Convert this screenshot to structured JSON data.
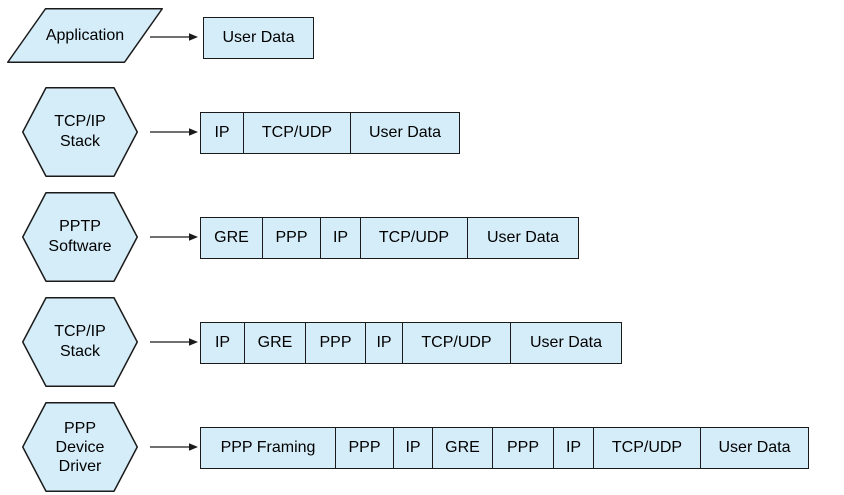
{
  "colors": {
    "shape_fill": "#D5EDF9",
    "shape_border": "#1A1A1A",
    "text": "#000000"
  },
  "rows": [
    {
      "shape": {
        "type": "parallelogram",
        "label": "Application"
      },
      "cells": [
        {
          "label": "User Data",
          "w": 109
        }
      ]
    },
    {
      "shape": {
        "type": "hexagon",
        "label": "TCP/IP\nStack"
      },
      "cells": [
        {
          "label": "IP",
          "w": 43
        },
        {
          "label": "TCP/UDP",
          "w": 107
        },
        {
          "label": "User Data",
          "w": 108
        }
      ]
    },
    {
      "shape": {
        "type": "hexagon",
        "label": "PPTP\nSoftware"
      },
      "cells": [
        {
          "label": "GRE",
          "w": 62
        },
        {
          "label": "PPP",
          "w": 58
        },
        {
          "label": "IP",
          "w": 40
        },
        {
          "label": "TCP/UDP",
          "w": 107
        },
        {
          "label": "User Data",
          "w": 110
        }
      ]
    },
    {
      "shape": {
        "type": "hexagon",
        "label": "TCP/IP\nStack"
      },
      "cells": [
        {
          "label": "IP",
          "w": 44
        },
        {
          "label": "GRE",
          "w": 61
        },
        {
          "label": "PPP",
          "w": 60
        },
        {
          "label": "IP",
          "w": 37
        },
        {
          "label": "TCP/UDP",
          "w": 108
        },
        {
          "label": "User Data",
          "w": 110
        }
      ]
    },
    {
      "shape": {
        "type": "hexagon",
        "label": "PPP\nDevice\nDriver"
      },
      "cells": [
        {
          "label": "PPP Framing",
          "w": 135
        },
        {
          "label": "PPP",
          "w": 58
        },
        {
          "label": "IP",
          "w": 39
        },
        {
          "label": "GRE",
          "w": 60
        },
        {
          "label": "PPP",
          "w": 61
        },
        {
          "label": "IP",
          "w": 40
        },
        {
          "label": "TCP/UDP",
          "w": 107
        },
        {
          "label": "User Data",
          "w": 107
        }
      ]
    }
  ]
}
